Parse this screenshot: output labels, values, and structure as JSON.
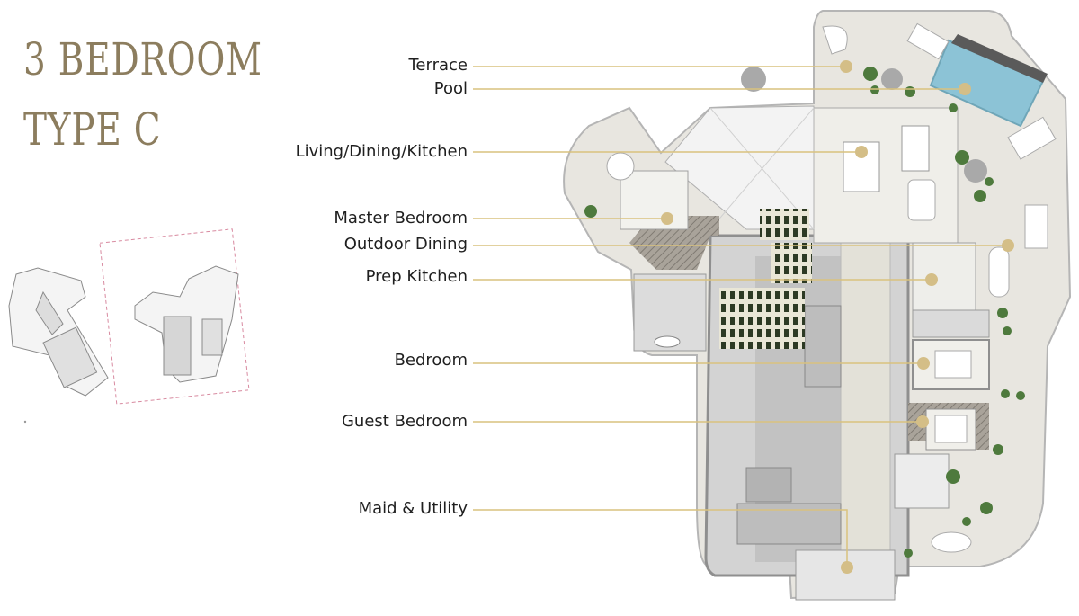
{
  "title": {
    "line1": "3 BEDROOM",
    "line2": "TYPE C"
  },
  "colors": {
    "title_gold": "#8c7d5e",
    "leader_gold": "#d9c27e",
    "dot_gold": "#d4be87",
    "wall_gray": "#9a9a9a",
    "floor_gray": "#c9c9c9",
    "terrace_beige": "#e8e6e0",
    "pool_blue": "#8cc3d6",
    "plant_green": "#4e7a3d"
  },
  "labels": {
    "terrace": "Terrace",
    "pool": "Pool",
    "living": "Living/Dining/Kitchen",
    "master": "Master Bedroom",
    "outdoor": "Outdoor Dining",
    "prep": "Prep Kitchen",
    "bedroom": "Bedroom",
    "guest": "Guest Bedroom",
    "maid": "Maid & Utility"
  }
}
